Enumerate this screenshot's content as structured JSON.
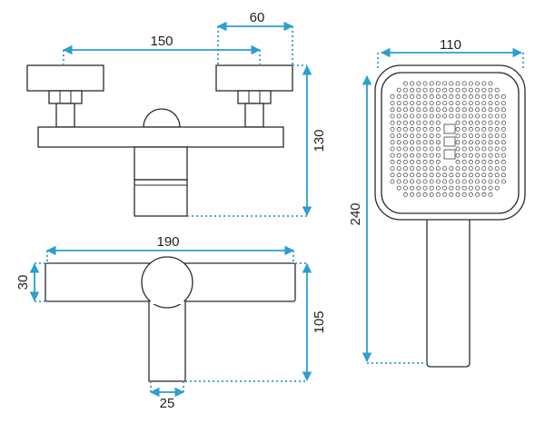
{
  "dimensions": {
    "mixer_top_spacing": "150",
    "knob_width": "60",
    "mixer_height": "130",
    "mixer_body_width": "190",
    "body_thickness": "30",
    "front_depth": "105",
    "spout_width": "25",
    "showerhead_width": "110",
    "showerhead_length": "240"
  },
  "colors": {
    "dimension_line": "#2a9fd0",
    "outline": "#2b2b2b"
  }
}
